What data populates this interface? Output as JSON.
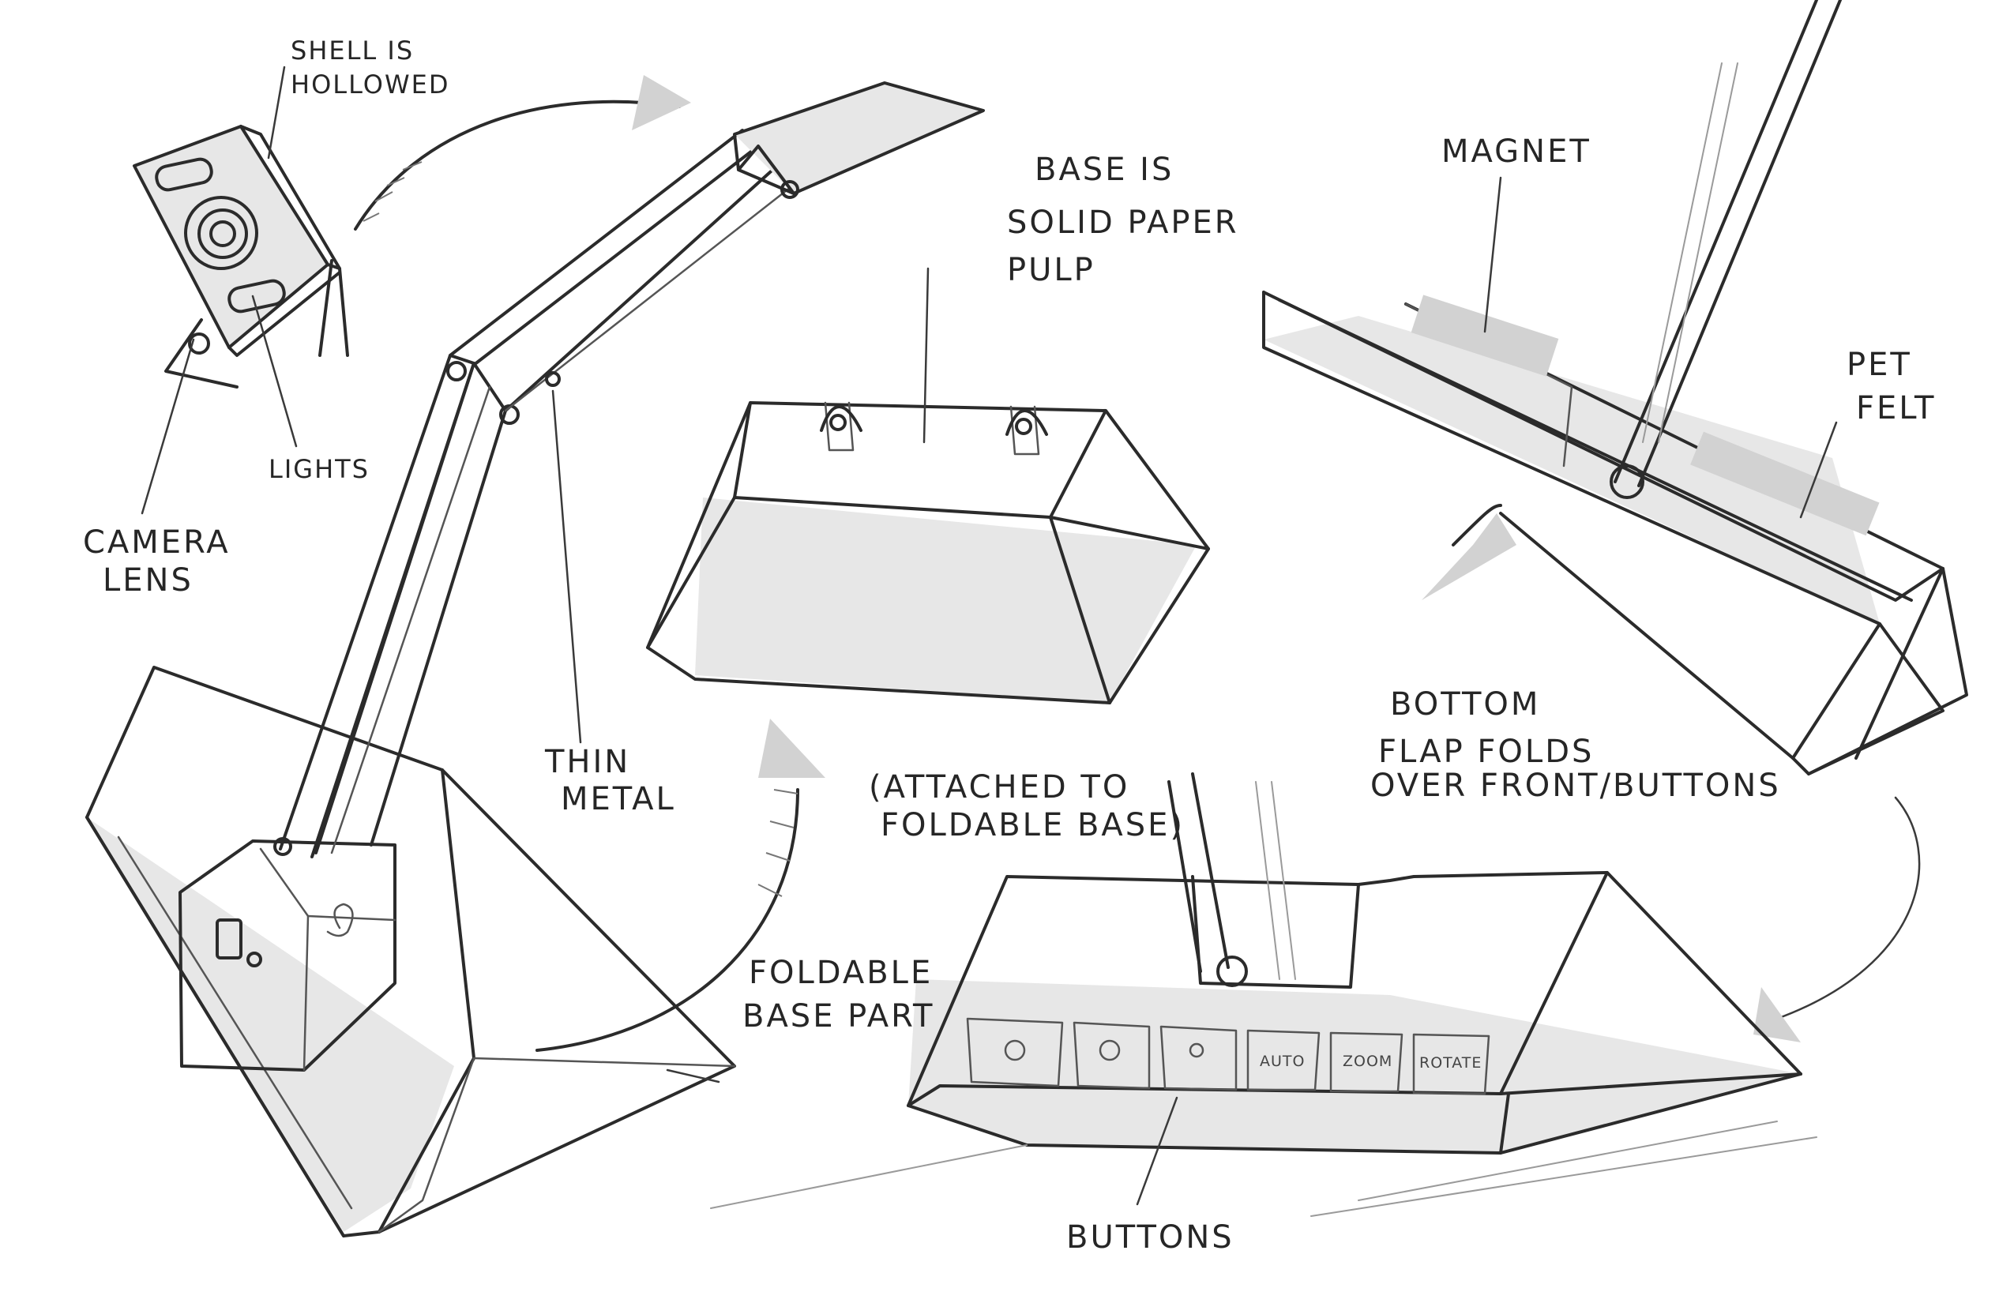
{
  "labels": {
    "shell": [
      "SHELL IS",
      "HOLLOWED"
    ],
    "camera_lens": [
      "CAMERA",
      "LENS"
    ],
    "lights": "LIGHTS",
    "thin_metal": [
      "THIN",
      "METAL"
    ],
    "base_material": [
      "BASE IS",
      "SOLID PAPER",
      "PULP"
    ],
    "attached": [
      "(ATTACHED TO",
      "FOLDABLE BASE)"
    ],
    "foldable_base": [
      "FOLDABLE",
      "BASE PART"
    ],
    "magnet": "MAGNET",
    "pet_felt": [
      "PET",
      "FELT"
    ],
    "bottom_flap": [
      "BOTTOM",
      "FLAP FOLDS",
      "OVER FRONT/BUTTONS"
    ],
    "buttons": "BUTTONS"
  },
  "button_labels": [
    "AUTO",
    "ZOOM",
    "ROTATE"
  ]
}
